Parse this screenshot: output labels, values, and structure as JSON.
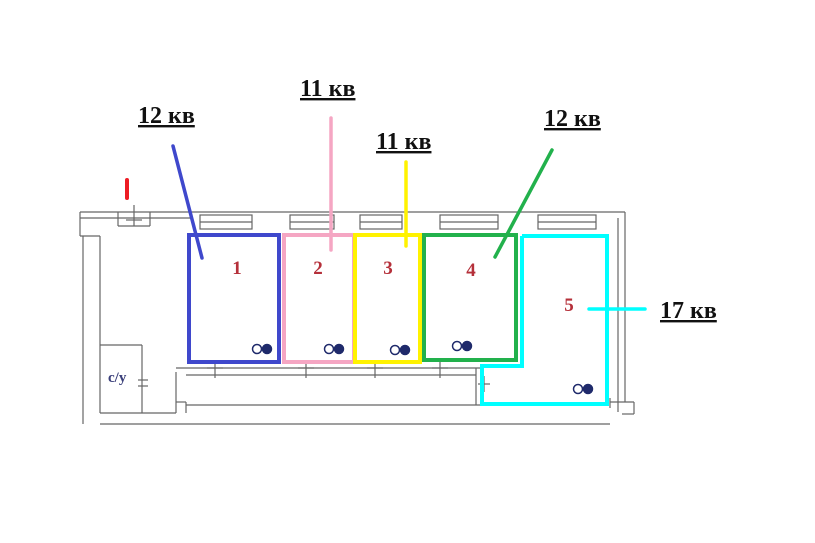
{
  "plan": {
    "wc_label": "с/у",
    "rooms": [
      {
        "number": "1",
        "area": "12 кв",
        "color": "#3f48cc"
      },
      {
        "number": "2",
        "area": "11 кв",
        "color": "#f5a6c3"
      },
      {
        "number": "3",
        "area": "11 кв",
        "color": "#fff200"
      },
      {
        "number": "4",
        "area": "12 кв",
        "color": "#22b14c"
      },
      {
        "number": "5",
        "area": "17 кв",
        "color": "#00ffff"
      }
    ],
    "colors": {
      "walls": "#555555",
      "room_number": "#b5303a",
      "entrance_mark": "#ed1c24",
      "socket_fill": "#1f2a6b"
    }
  }
}
